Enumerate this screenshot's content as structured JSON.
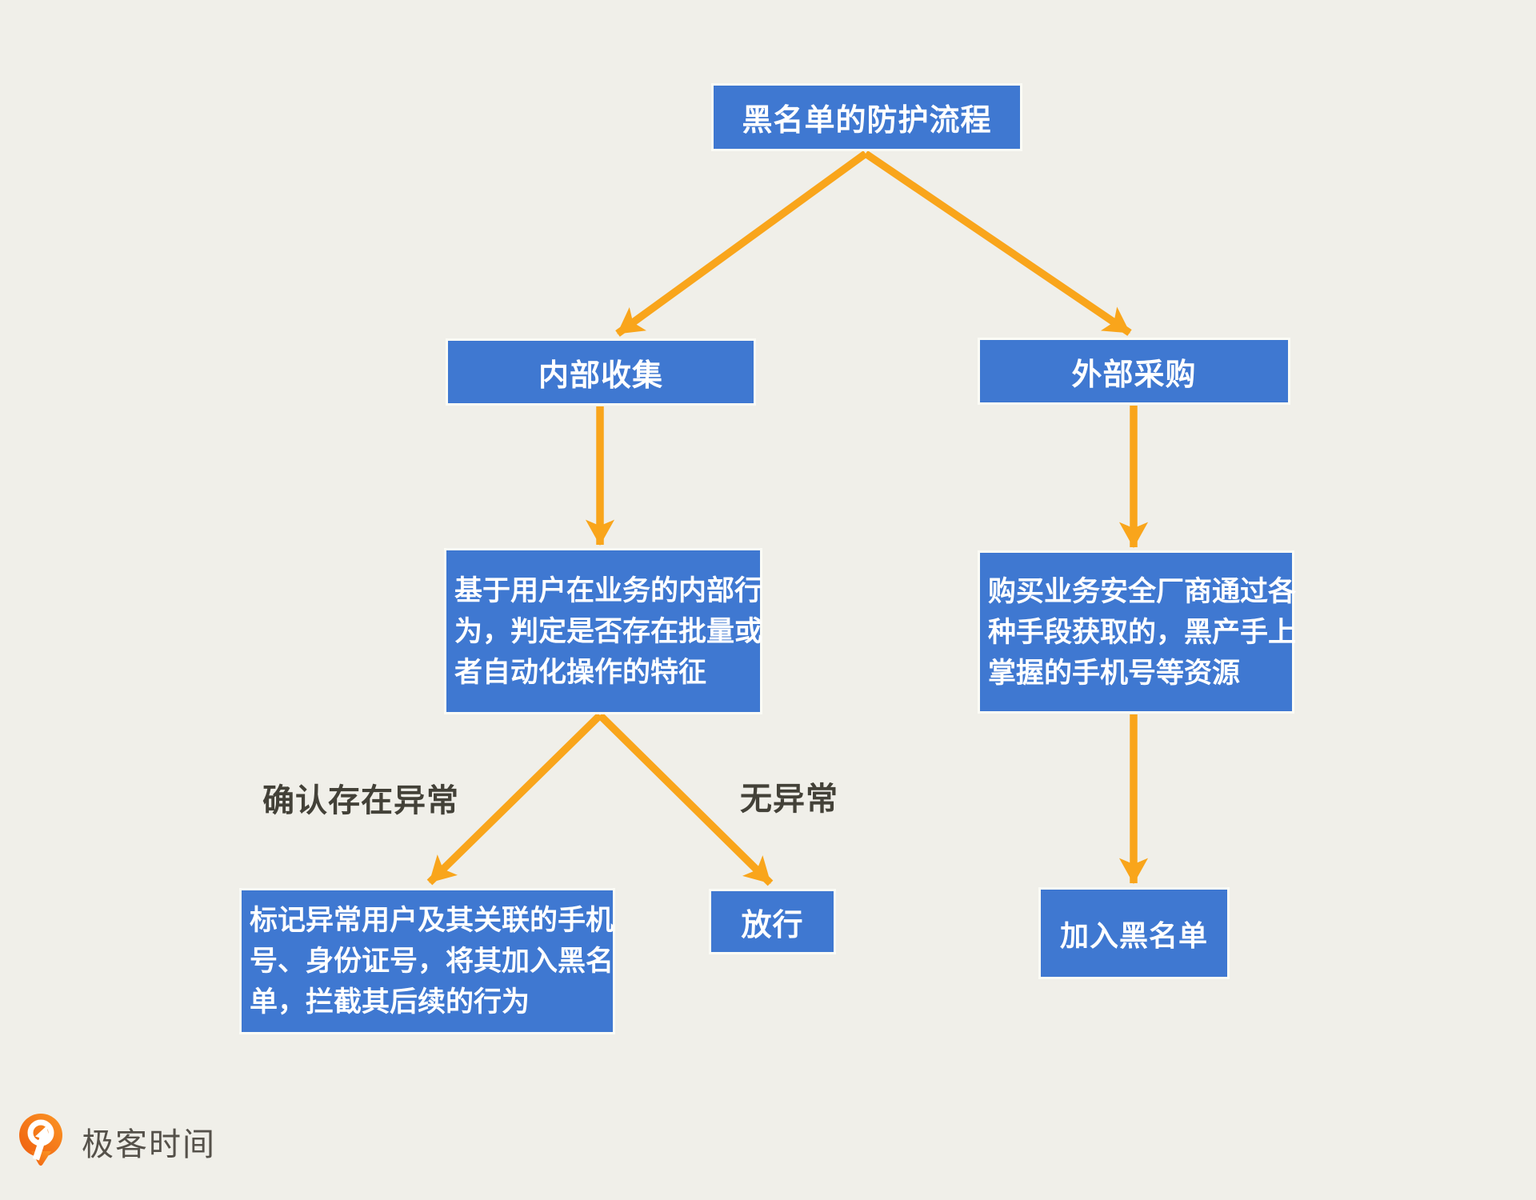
{
  "palette": {
    "background": "#f0efe9",
    "node_fill": "#3f78d1",
    "node_border": "#fbfbf5",
    "node_text": "#ffffff",
    "arrow": "#f9a51b",
    "label_text": "#434138",
    "logo_orange": "#f4711c",
    "logo_text_color": "#55514a"
  },
  "diagram": {
    "title_node": "黑名单的防护流程",
    "internal_node": "内部收集",
    "external_node": "外部采购",
    "internal_detail": {
      "lines": [
        "基于用户在业务的内部行",
        "为，判定是否存在批量或",
        "者自动化操作的特征"
      ]
    },
    "external_detail": {
      "lines": [
        "购买业务安全厂商通过各",
        "种手段获取的，黑产手上",
        "掌握的手机号等资源"
      ]
    },
    "mark_node": {
      "lines": [
        "标记异常用户及其关联的手机",
        "号、身份证号，将其加入黑名",
        "单，拦截其后续的行为"
      ]
    },
    "release_node": "放行",
    "blacklist_node": "加入黑名单",
    "branch_labels": {
      "abnormal": "确认存在异常",
      "normal": "无异常"
    }
  },
  "footer": {
    "logo_icon": "geektime-logo-icon",
    "logo_text": "极客时间"
  }
}
